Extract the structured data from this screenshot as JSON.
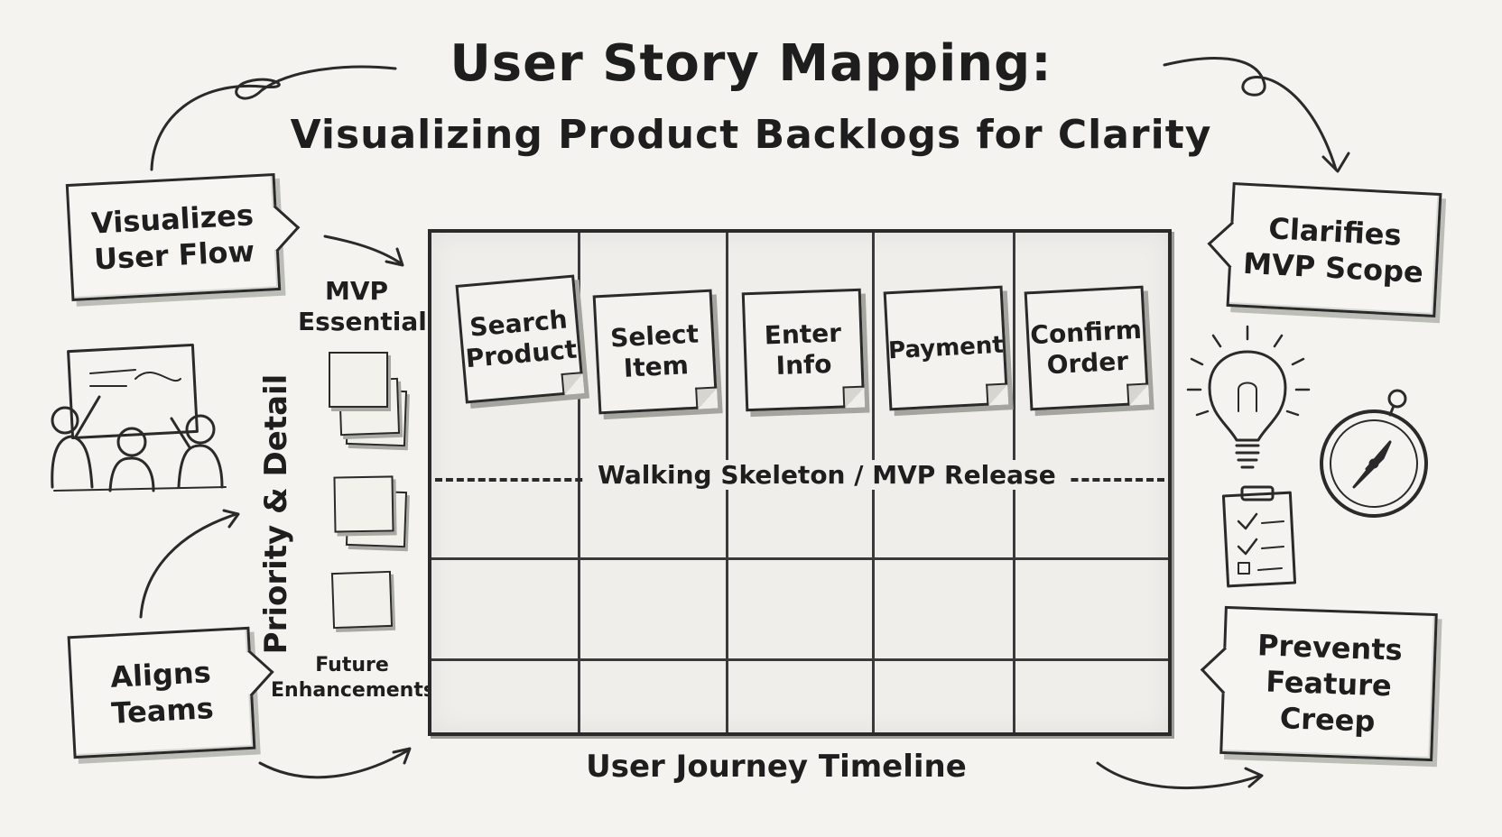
{
  "title": "User Story Mapping:",
  "subtitle": "Visualizing Product Backlogs for Clarity",
  "callouts": {
    "visualizes": "Visualizes\nUser Flow",
    "aligns": "Aligns\nTeams",
    "clarifies": "Clarifies\nMVP Scope",
    "prevents": "Prevents\nFeature\nCreep"
  },
  "vertical_axis": {
    "top_label": "MVP\nEssential",
    "axis_label": "Priority & Detail",
    "bottom_label": "Future\nEnhancements"
  },
  "horizontal_axis": {
    "label": "User Journey Timeline"
  },
  "board": {
    "stories": [
      "Search\nProduct",
      "Select\nItem",
      "Enter\nInfo",
      "Payment",
      "Confirm\nOrder"
    ],
    "release_line_label": "Walking Skeleton / MVP Release"
  },
  "icons": [
    "team-at-whiteboard-icon",
    "lightbulb-icon",
    "compass-icon",
    "checklist-clipboard-icon"
  ],
  "colors": {
    "background": "#f4f3ef",
    "ink": "#1e1e1e",
    "note": "#f3f2ee"
  }
}
